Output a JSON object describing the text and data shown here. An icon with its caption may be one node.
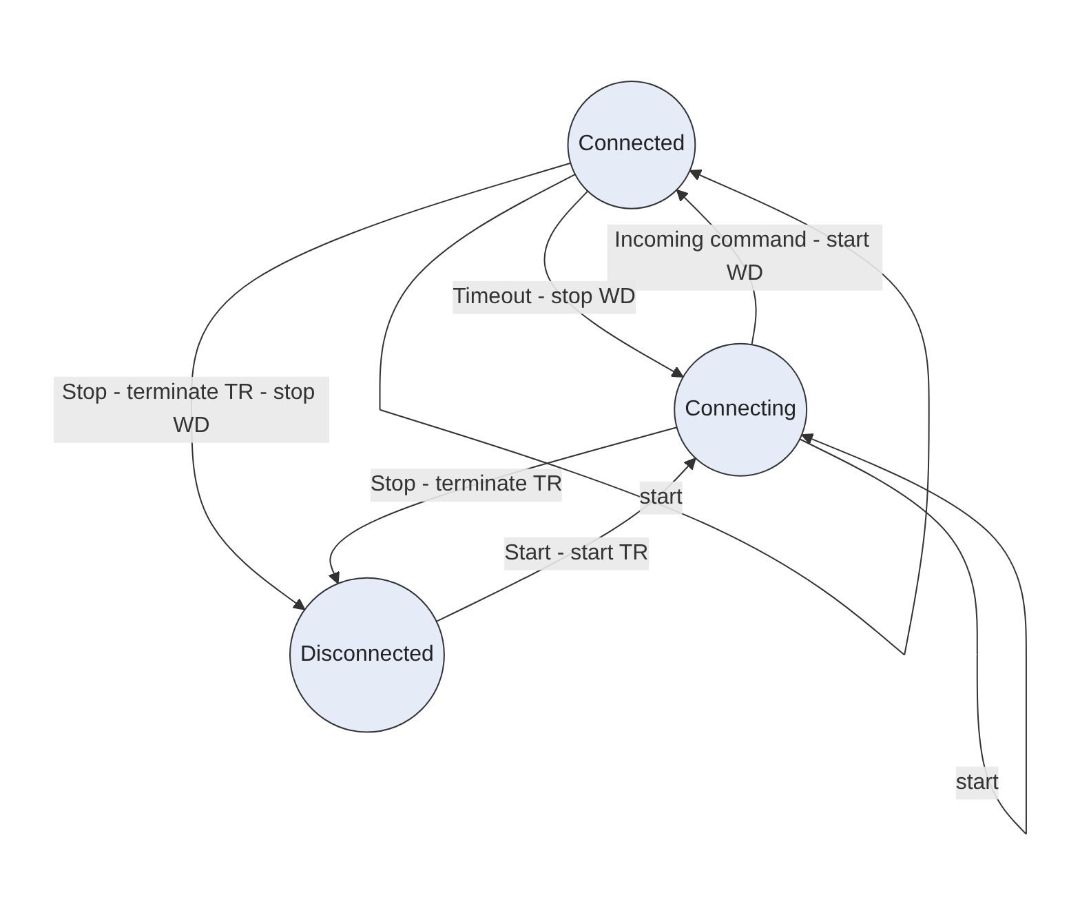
{
  "diagram": {
    "nodes": [
      {
        "text": [
          "Connected"
        ]
      },
      {
        "text": [
          "Connecting"
        ]
      },
      {
        "text": [
          "Disconnected"
        ]
      }
    ],
    "edges": [
      {
        "from": 0,
        "to": 0,
        "arrow": "to",
        "label": "start"
      },
      {
        "from": 1,
        "to": 0,
        "arrow": "to",
        "label": "Incoming command - start WD"
      },
      {
        "from": 0,
        "to": 1,
        "arrow": "to",
        "label": "Timeout - stop WD"
      },
      {
        "from": 0,
        "to": 2,
        "arrow": "to",
        "label": "Stop - terminate TR - stop WD"
      },
      {
        "from": 1,
        "to": 2,
        "arrow": "to",
        "label": "Stop - terminate TR"
      },
      {
        "from": 2,
        "to": 1,
        "arrow": "to",
        "label": "Start - start TR"
      },
      {
        "from": 1,
        "to": 1,
        "arrow": "to",
        "label": "start"
      }
    ]
  }
}
